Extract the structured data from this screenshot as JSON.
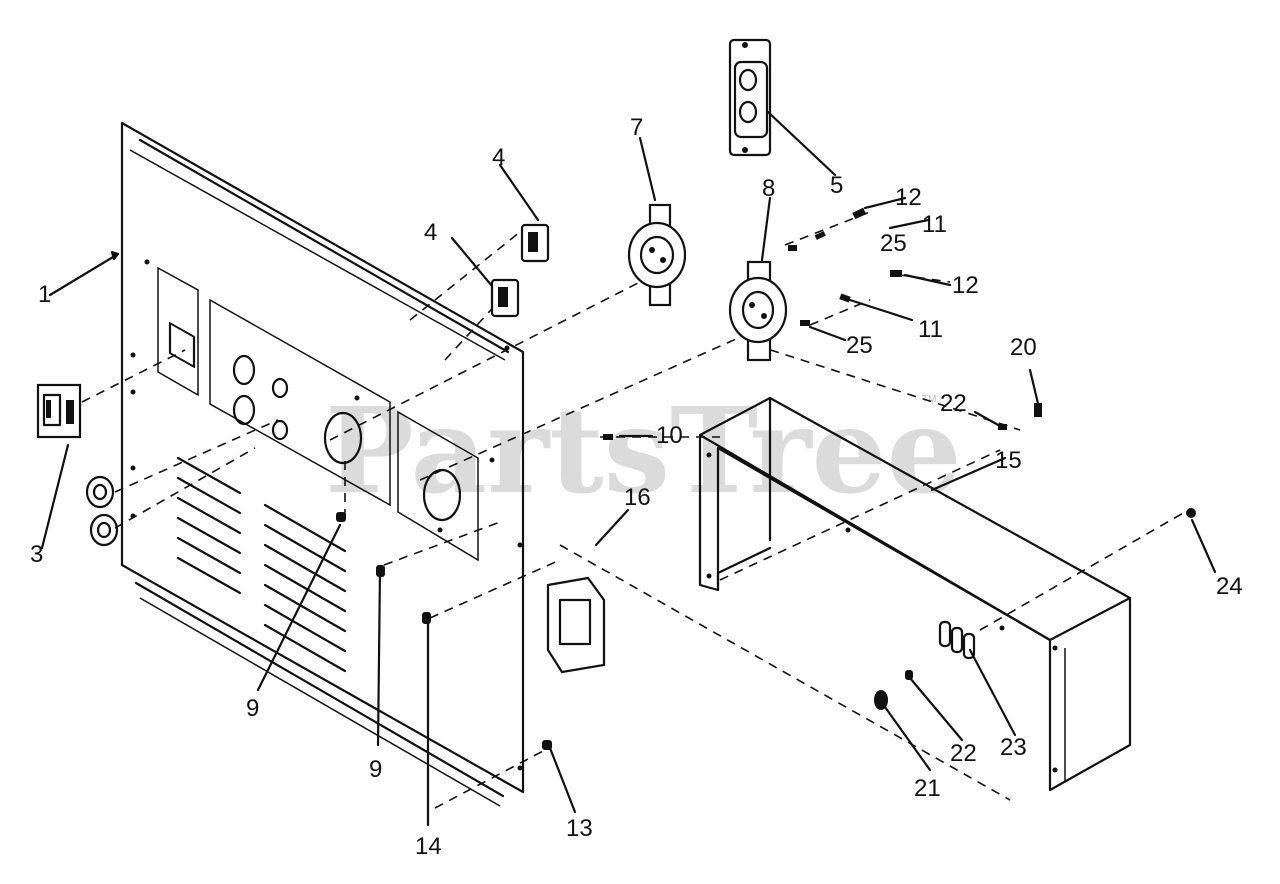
{
  "watermark": {
    "text": "PartsTree",
    "trademark": "TM"
  },
  "callouts": [
    {
      "id": "c1",
      "text": "1"
    },
    {
      "id": "c3",
      "text": "3"
    },
    {
      "id": "c4a",
      "text": "4"
    },
    {
      "id": "c4b",
      "text": "4"
    },
    {
      "id": "c5",
      "text": "5"
    },
    {
      "id": "c7",
      "text": "7"
    },
    {
      "id": "c8",
      "text": "8"
    },
    {
      "id": "c9a",
      "text": "9"
    },
    {
      "id": "c9b",
      "text": "9"
    },
    {
      "id": "c10",
      "text": "10"
    },
    {
      "id": "c11a",
      "text": "11"
    },
    {
      "id": "c11b",
      "text": "11"
    },
    {
      "id": "c12a",
      "text": "12"
    },
    {
      "id": "c12b",
      "text": "12"
    },
    {
      "id": "c13",
      "text": "13"
    },
    {
      "id": "c14",
      "text": "14"
    },
    {
      "id": "c15",
      "text": "15"
    },
    {
      "id": "c16",
      "text": "16"
    },
    {
      "id": "c20",
      "text": "20"
    },
    {
      "id": "c21",
      "text": "21"
    },
    {
      "id": "c22a",
      "text": "22"
    },
    {
      "id": "c22b",
      "text": "22"
    },
    {
      "id": "c23",
      "text": "23"
    },
    {
      "id": "c24",
      "text": "24"
    },
    {
      "id": "c25a",
      "text": "25"
    },
    {
      "id": "c25b",
      "text": "25"
    }
  ]
}
